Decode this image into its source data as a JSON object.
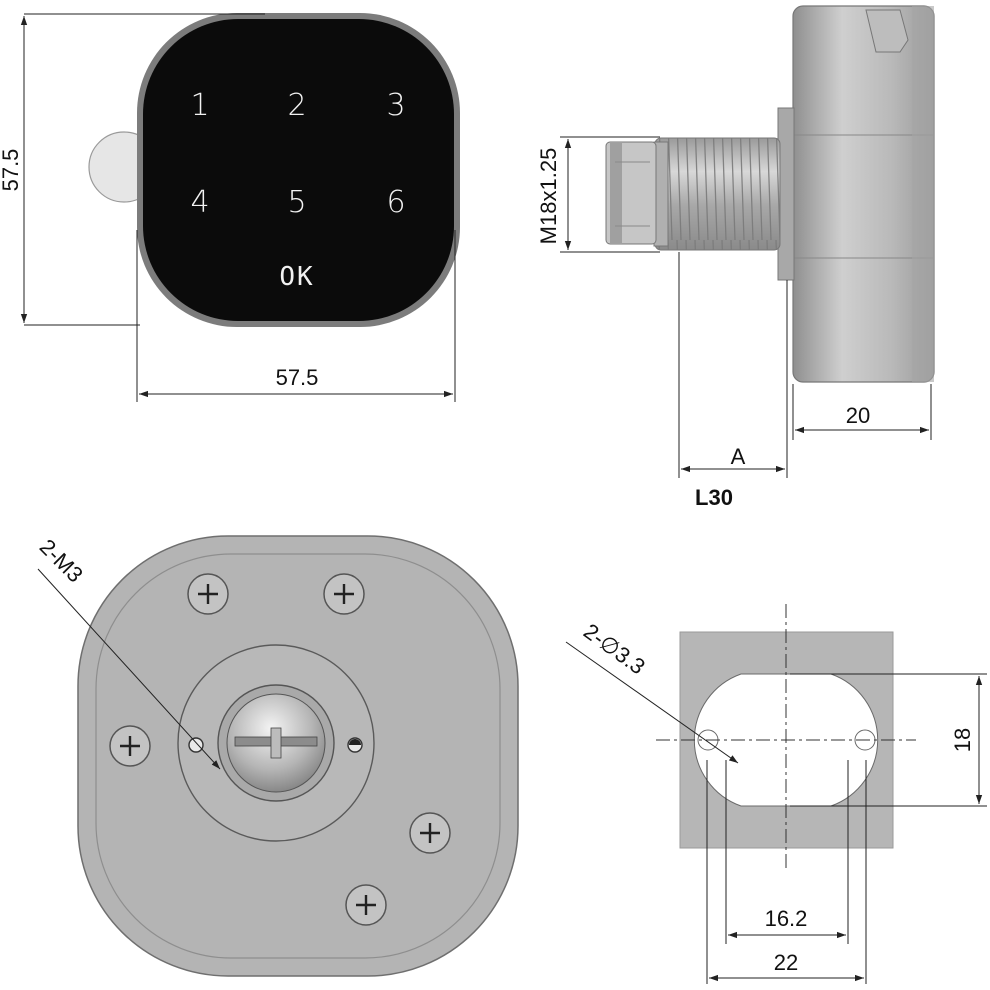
{
  "front_view": {
    "keys": [
      "1",
      "2",
      "3",
      "4",
      "5",
      "6"
    ],
    "ok_key": "OK",
    "height_dim": "57.5",
    "width_dim": "57.5"
  },
  "side_view": {
    "thread_dim": "M18x1.25",
    "depth_dim": "20",
    "a_dim": "A",
    "length_dim": "L30"
  },
  "back_view": {
    "screw_label": "2-M3"
  },
  "cutout_view": {
    "hole_label": "2-∅3.3",
    "height_dim": "18",
    "inner_width_dim": "16.2",
    "outer_width_dim": "22"
  },
  "colors": {
    "keypad_face": "#0b0b0b",
    "body_gray": "#b4b4b4",
    "plate_gray": "#b6b6b6",
    "key_text": "#f2f2f2"
  }
}
